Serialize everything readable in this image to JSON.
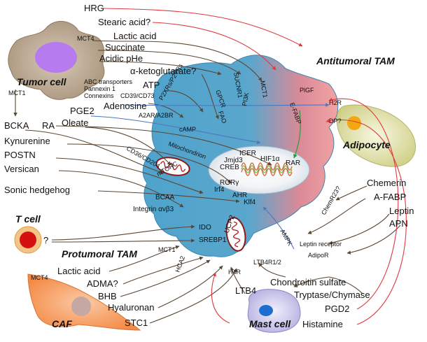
{
  "titles": {
    "tumor_cell": "Tumor cell",
    "antitumoral_tam": "Antitumoral TAM",
    "adipocyte": "Adipocyte",
    "t_cell": "T cell",
    "protumoral_tam": "Protumoral TAM",
    "caf": "CAF",
    "mast_cell": "Mast cell"
  },
  "tumor_factors": {
    "hrg": "HRG",
    "stearic_acid": "Stearic acid?",
    "mct4": "MCT4",
    "lactic_acid": "Lactic acid",
    "succinate": "Succinate",
    "acidic_phe": "Acidic pHe",
    "a_ketoglutarate": "α-ketoglutarate?",
    "abc_transporters": "ABC transporters",
    "pannexin_1": "Pannexin 1",
    "connexins": "Connexins",
    "atp": "ATP",
    "cd39_cd73": "CD39/CD73",
    "adenosine": "Adenosine",
    "mct1": "MCT1",
    "pge2": "PGE2",
    "oleate": "Oleate"
  },
  "stroma_factors": {
    "bcka": "BCKA",
    "ra": "RA",
    "kynurenine": "Kynurenine",
    "postn": "POSTN",
    "versican": "Versican",
    "sonic_hedgehog": "Sonic hedgehog",
    "t_cell_unknown": "?"
  },
  "receptors": {
    "gpcr": "GPCR",
    "sucnr1": "SUCNR1",
    "mct1_rec": "MCT1",
    "p2x_p2y": "P2XRs/P2YRs",
    "a2ar_a2br": "A2AR/A2BR",
    "fao": "FAO",
    "pi3k": "PI3K",
    "camp": "cAMP",
    "mitochondrion": "Mitochondrion",
    "cd36_cd204": "CD36/CD204",
    "mtorc": "mTORC",
    "icer": "ICER",
    "jmjd3": "Jmjd3",
    "creb": "CREB",
    "hif1a": "HIF1α",
    "rar": "RAR",
    "rorg": "RORγ",
    "irf4": "Irf4",
    "ahr": "AHR",
    "klf4": "Klf4",
    "bcaa": "BCAA",
    "integrin": "Integrin αvβ3",
    "ido": "IDO",
    "ucp2": "UCP2",
    "srebp1": "SREBP1",
    "mct1_low": "MCT1",
    "hca2": "HCA2",
    "h4r": "H4R",
    "ltb4r": "LTB4R1/2",
    "ampk": "AMPK",
    "leptin_receptor": "Leptin receptor",
    "adipor": "AdipoR",
    "chemr23": "ChemR23?",
    "plgf": "PlGF",
    "e_fabp": "E-FABP",
    "h2r": "H2R",
    "dp": "DP?"
  },
  "adipocyte_factors": {
    "chemerin": "Chemerin",
    "a_fabp": "A-FABP",
    "leptin": "Leptin",
    "apn": "APN"
  },
  "caf_factors": {
    "mct4": "MCT4",
    "lactic_acid": "Lactic acid",
    "adma": "ADMA?",
    "bhb": "BHB",
    "hyaluronan": "Hyaluronan",
    "stc1": "STC1"
  },
  "mast_factors": {
    "ltb4": "LTB4",
    "chondroitin_sulfate": "Chondroitin sulfate",
    "tryptase_chymase": "Tryptase/Chymase",
    "pgd2": "PGD2",
    "histamine": "Histamine"
  },
  "colors": {
    "tam_blue": "#4fa3cc",
    "tam_pink": "#f08a8a",
    "tumor_tan": "#b5a189",
    "tumor_nucleus": "#b77bf0",
    "adipocyte_body": "#e2e2ad",
    "adipocyte_dot": "#f3a812",
    "tcell_ring": "#f0a04b",
    "tcell_core": "#d51010",
    "caf_orange": "#f79d5f",
    "caf_nucleus": "#c6a8a2",
    "mast_lilac": "#c8c4ea",
    "mast_nucleus": "#1d6ed0",
    "arrow_dark": "#5b4632",
    "arrow_red": "#e0393f",
    "arrow_blue": "#4a78c0"
  }
}
